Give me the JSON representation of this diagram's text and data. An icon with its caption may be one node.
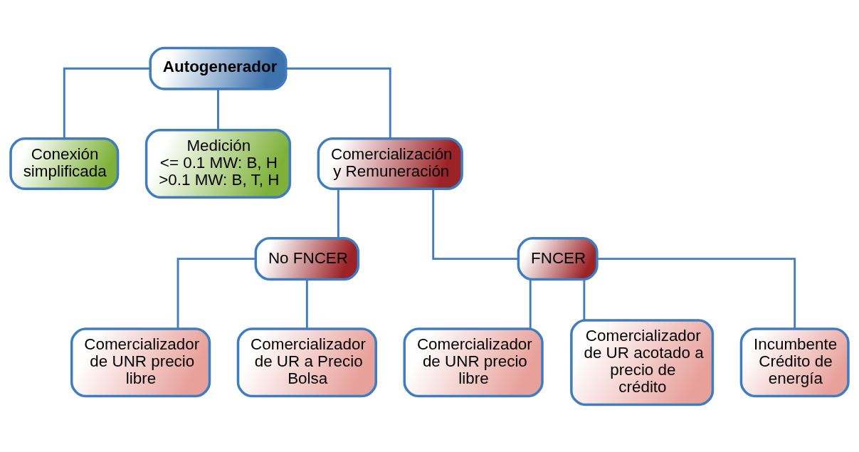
{
  "diagram": {
    "nodes": [
      {
        "text": [
          "Autogenerador"
        ]
      },
      {
        "text": [
          "Conexión simplificada"
        ]
      },
      {
        "text": [
          "Medición",
          "<= 0.1 MW: B, H",
          ">0.1 MW: B, T, H"
        ]
      },
      {
        "text": [
          "Comercialización y Remuneración"
        ]
      },
      {
        "text": [
          "No FNCER"
        ]
      },
      {
        "text": [
          "FNCER"
        ]
      },
      {
        "text": [
          "Comercializador de UNR precio libre"
        ]
      },
      {
        "text": [
          "Comercializador de UR a Precio Bolsa"
        ]
      },
      {
        "text": [
          "Comercializador de UNR precio libre"
        ]
      },
      {
        "text": [
          "Comercializador de UR acotado a precio de crédito"
        ]
      },
      {
        "text": [
          "Incumbente Crédito de energía"
        ]
      }
    ],
    "edges": [
      {
        "from": 0,
        "to": 1,
        "arrow": "none"
      },
      {
        "from": 0,
        "to": 2,
        "arrow": "none"
      },
      {
        "from": 0,
        "to": 3,
        "arrow": "none"
      },
      {
        "from": 3,
        "to": 4,
        "arrow": "none"
      },
      {
        "from": 3,
        "to": 5,
        "arrow": "none"
      },
      {
        "from": 4,
        "to": 6,
        "arrow": "none"
      },
      {
        "from": 4,
        "to": 7,
        "arrow": "none"
      },
      {
        "from": 5,
        "to": 8,
        "arrow": "none"
      },
      {
        "from": 5,
        "to": 9,
        "arrow": "none"
      },
      {
        "from": 5,
        "to": 10,
        "arrow": "none"
      }
    ]
  }
}
